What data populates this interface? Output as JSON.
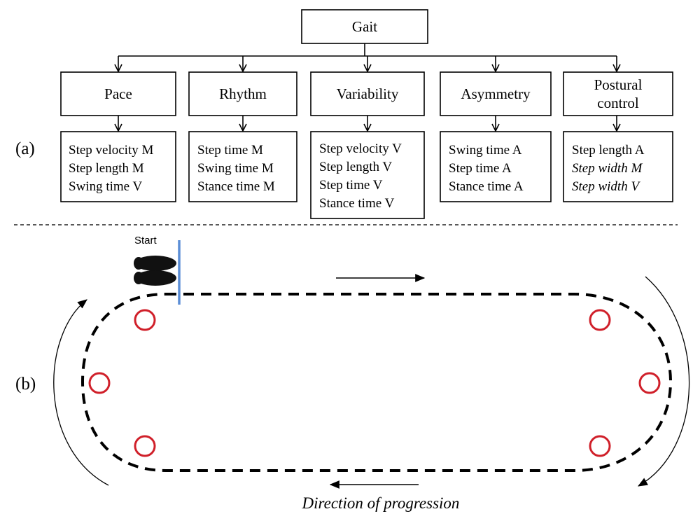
{
  "hierarchy": {
    "root": "Gait",
    "domains": [
      {
        "label": [
          "Pace"
        ],
        "items": [
          {
            "text": "Step velocity M"
          },
          {
            "text": "Step length M"
          },
          {
            "text": "Swing time V"
          }
        ]
      },
      {
        "label": [
          "Rhythm"
        ],
        "items": [
          {
            "text": "Step time M"
          },
          {
            "text": "Swing time M"
          },
          {
            "text": "Stance time M"
          }
        ]
      },
      {
        "label": [
          "Variability"
        ],
        "items": [
          {
            "text": "Step velocity V"
          },
          {
            "text": "Step length V"
          },
          {
            "text": "Step time V"
          },
          {
            "text": "Stance time V"
          }
        ]
      },
      {
        "label": [
          "Asymmetry"
        ],
        "items": [
          {
            "text": "Swing time A"
          },
          {
            "text": "Step time A"
          },
          {
            "text": "Stance time A"
          }
        ]
      },
      {
        "label": [
          "Postural",
          "control"
        ],
        "items": [
          {
            "text": "Step length A"
          },
          {
            "text": "Step width M",
            "italic": true
          },
          {
            "text": "Step width V",
            "italic": true
          }
        ]
      }
    ]
  },
  "panels": {
    "a": "(a)",
    "b": "(b)"
  },
  "circuit": {
    "start_label": "Start",
    "direction_caption": "Direction of progression",
    "colors": {
      "path": "#000000",
      "cone": "#d0202a",
      "start_line": "#5b8ed6",
      "feet": "#111111"
    }
  }
}
